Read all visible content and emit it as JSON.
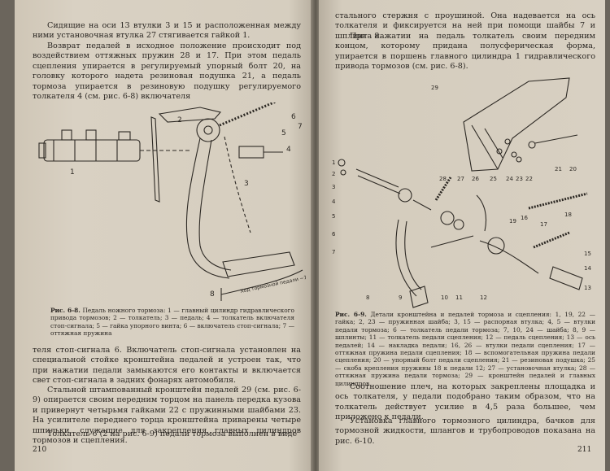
{
  "left_page": {
    "para1": "Сидящие на оси 13 втулки 3 и 15 и расположенная между ними установочная втулка 27 стягивается гайкой 1.",
    "para2": "Возврат педалей в исходное положение происходит под воздействием оттяжных пружин 28 и 17. При этом педаль сцепления упирается в регулируемый упорный болт 20, на головку которого надета резиновая подушка 21, а педаль тормоза упирается в резиновую подушку регулируемого толкателя 4 (см. рис. 6-8) включателя",
    "figure_labels": [
      "1",
      "2",
      "3",
      "4",
      "5",
      "6",
      "7",
      "8"
    ],
    "figure_dim": "Ход тормозной педали ~140",
    "caption_title": "Рис. 6-8.",
    "caption": "Педаль ножного тормоза: 1 — главный цилиндр гидравлического привода тормозов; 2 — толкатель; 3 — педаль; 4 — толкатель включателя стоп-сигнала; 5 — гайка упорного винта; 6 — включатель стоп-сигнала; 7 — оттяжная пружина",
    "para3": "теля стоп-сигнала 6. Включатель стоп-сигнала установлен на специальной стойке кронштейна педалей и устроен так, что при нажатии педали замыкаются его контакты и включается свет стоп-сигнала в задних фонарях автомобиля.",
    "para4": "Стальной штампованный кронштейн педалей 29 (см. рис. 6-9) опирается своим передним торцом на панель передка кузова и привернут четырьмя гайками 22 с пружинными шайбами 23. На усилителе переднего торца кронштейна приварены четыре шпильки, служащие для закрепления главных цилиндров тормозов и сцепления.",
    "para5": "Толкатель 6 (2 на рис. 6-9) педали тормоза выполнен в виде",
    "page_number": "210"
  },
  "right_page": {
    "para1": "стального стержня с проушиной. Она надевается на ось толкателя и фиксируется на ней при помощи шайбы 7 и шплинта 8.",
    "para2": "При нажатии на педаль толкатель своим передним концом, которому придана полусферическая форма, упирается в поршень главного цилиндра 1 гидравлического привода тормозов (см. рис. 6-8).",
    "figure_labels": [
      "29",
      "1",
      "2",
      "3",
      "4",
      "5",
      "6",
      "7",
      "8",
      "9",
      "10",
      "11",
      "12",
      "13",
      "14",
      "15",
      "16",
      "17",
      "18",
      "19",
      "20",
      "21",
      "22",
      "23",
      "24",
      "25",
      "26",
      "27",
      "28"
    ],
    "caption_title": "Рис. 6-9.",
    "caption": "Детали кронштейна и педалей тормоза и сцепления: 1, 19, 22 — гайка; 2, 23 — пружинная шайба; 3, 15 — распорная втулка; 4, 5 — втулки педали тормоза; 6 — толкатель педали тормоза; 7, 10, 24 — шайба; 8, 9 — шплинты; 11 — толкатель педали сцепления; 12 — педаль сцепления; 13 — ось педалей; 14 — накладка педали; 16, 26 — втулки педали сцепления; 17 — оттяжная пружина педали сцепления; 18 — вспомогательная пружина педали сцепления; 20 — упорный болт педали сцепления; 21 — резиновая подушка; 25 — скоба крепления пружины 18 к педали 12; 27 — установочная втулка; 28 — оттяжная пружина педали тормоза; 29 — кронштейн педалей и главных цилиндров",
    "para3": "Соотношение плеч, на которых закреплены площадка и ось толкателя, у педали подобрано таким образом, что на толкатель действует усилие в 4,5 раза большее, чем приложено к педали.",
    "para4": "Установка главного тормозного цилиндра, бачков для тормозной жидкости, шлангов и трубопроводов показана на рис. 6-10.",
    "page_number": "211"
  }
}
